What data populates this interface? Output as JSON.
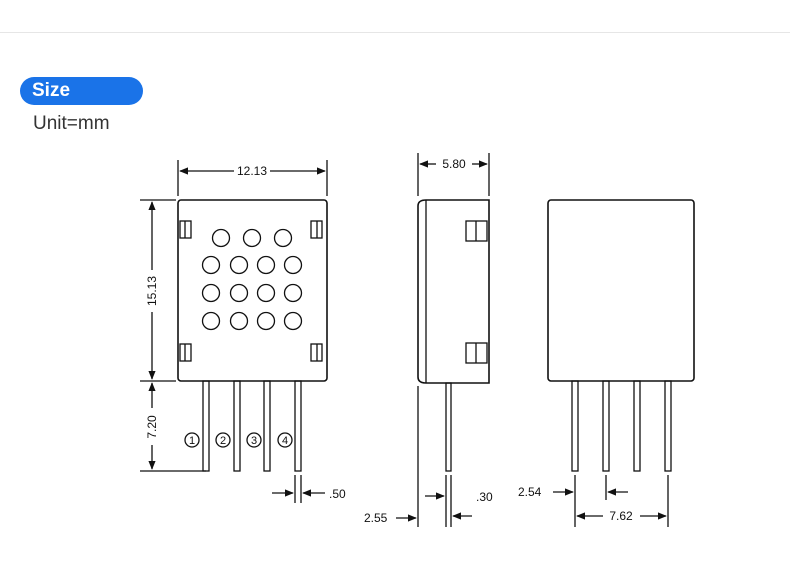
{
  "header": {
    "title": "Size",
    "unit": "Unit=mm"
  },
  "dimensions": {
    "width": "12.13",
    "height": "15.13",
    "pin_length": "7.20",
    "depth": "5.80",
    "pin_width": ".50",
    "pin_thickness": ".30",
    "pin_offset": "2.55",
    "pin_pitch": "2.54",
    "pin_span": "7.62"
  },
  "pins": [
    "1",
    "2",
    "3",
    "4"
  ],
  "colors": {
    "accent": "#1a73e8",
    "line": "#111111"
  }
}
